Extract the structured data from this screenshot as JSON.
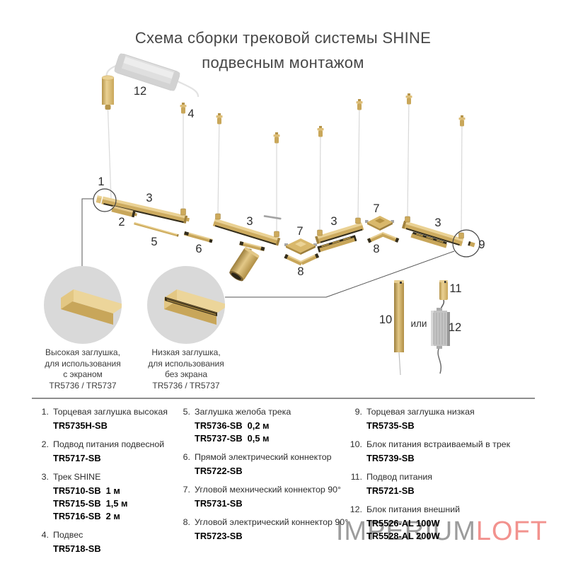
{
  "title": {
    "line1": "Схема сборки трековой системы SHINE",
    "line2": "подвесным монтажом"
  },
  "colors": {
    "gold": "#CDAB5F",
    "gold_light": "#EAD193",
    "gold_dark": "#A0813E",
    "slot_black": "#332D1D",
    "circle_bg": "#D9D9D9",
    "watermark_gray": "#9C9C9C",
    "watermark_pink": "#F2928E"
  },
  "diagram": {
    "callouts": {
      "psu_external_top": "12",
      "suspension": "4",
      "end_cap_high": "1",
      "track_a": "3",
      "power_feed_pendant": "2",
      "channel_cap": "5",
      "straight_connector": "6",
      "track_b": "3",
      "corner_mech_a": "7",
      "corner_elec_a": "8",
      "track_c": "3",
      "corner_mech_b": "7",
      "corner_elec_b": "8",
      "track_d": "3",
      "end_cap_low": "9",
      "psu_built_in": "10",
      "power_feed": "11",
      "psu_external": "12",
      "or_label": "или"
    },
    "detail_left": {
      "lines": [
        "Высокая заглушка,",
        "для использования",
        "с экраном",
        "TR5736 / TR5737"
      ]
    },
    "detail_right": {
      "lines": [
        "Низкая заглушка,",
        "для использования",
        "без экрана",
        "TR5736 / TR5737"
      ]
    }
  },
  "parts_list": {
    "columns": [
      {
        "items": [
          {
            "num": "1.",
            "name": "Торцевая заглушка высокая",
            "codes": [
              "TR5735H-SB"
            ]
          },
          {
            "num": "2.",
            "name": "Подвод питания подвесной",
            "codes": [
              "TR5717-SB"
            ]
          },
          {
            "num": "3.",
            "name": "Трек SHINE",
            "codes": [
              "TR5710-SB  1 м",
              "TR5715-SB  1,5 м",
              "TR5716-SB  2 м"
            ]
          },
          {
            "num": "4.",
            "name": "Подвес",
            "codes": [
              "TR5718-SB"
            ]
          }
        ]
      },
      {
        "items": [
          {
            "num": "5.",
            "name": "Заглушка желоба трека",
            "codes": [
              "TR5736-SB  0,2 м",
              "TR5737-SB  0,5 м"
            ]
          },
          {
            "num": "6.",
            "name": "Прямой электрический коннектор",
            "codes": [
              "TR5722-SB"
            ]
          },
          {
            "num": "7.",
            "name": "Угловой мехнический коннектор 90°",
            "codes": [
              "TR5731-SB"
            ]
          },
          {
            "num": "8.",
            "name": "Угловой электрический коннектор 90°",
            "codes": [
              "TR5723-SB"
            ]
          }
        ]
      },
      {
        "items": [
          {
            "num": "9.",
            "name": "Торцевая заглушка низкая",
            "codes": [
              "TR5735-SB"
            ]
          },
          {
            "num": "10.",
            "name": "Блок питания встраиваемый в трек",
            "codes": [
              "TR5739-SB"
            ]
          },
          {
            "num": "11.",
            "name": "Подвод питания",
            "codes": [
              "TR5721-SB"
            ]
          },
          {
            "num": "12.",
            "name": "Блок питания внешний",
            "codes": [
              "TR5526-AL 100W",
              "TR5528-AL 200W"
            ]
          }
        ]
      }
    ]
  },
  "watermark": {
    "gray": "IMPERIUM",
    "accent": "LOFT"
  }
}
